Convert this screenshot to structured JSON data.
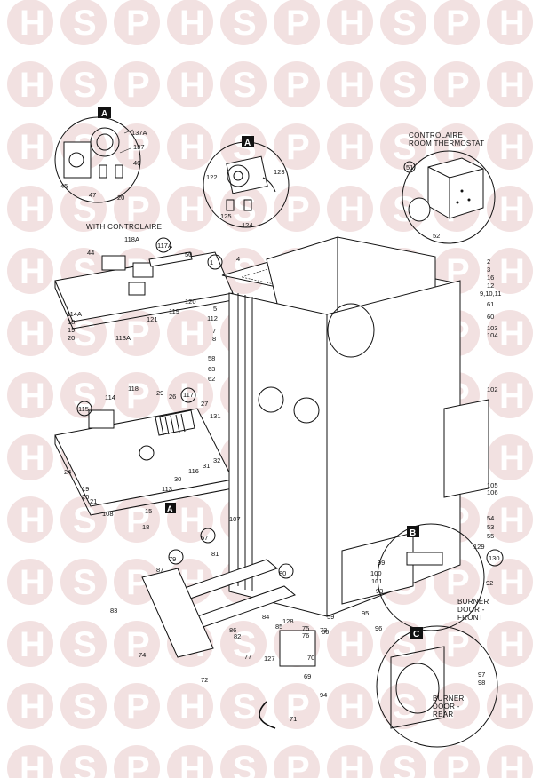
{
  "watermark": {
    "letters": [
      "H",
      "S",
      "P"
    ],
    "circle_color": "#e8c9c9",
    "letter_color": "#ffffff"
  },
  "insets": {
    "a_top_left": {
      "badge": "A",
      "labels": [
        "137A",
        "137",
        "46",
        "45",
        "47",
        "20"
      ]
    },
    "a_center": {
      "badge": "A",
      "labels": [
        "122",
        "123",
        "125",
        "124"
      ]
    },
    "thermostat": {
      "caption_line1": "CONTROLAIRE",
      "caption_line2": "ROOM THERMOSTAT",
      "labels": [
        "51",
        "52"
      ]
    },
    "b_door": {
      "badge": "B",
      "labels": [
        "129",
        "130",
        "99",
        "100",
        "101",
        "93",
        "92",
        "95",
        "96"
      ],
      "caption_line1": "BURNER",
      "caption_line2": "DOOR -",
      "caption_line3": "FRONT"
    },
    "c_door": {
      "badge": "C",
      "labels": [
        "97",
        "98"
      ],
      "caption_line1": "BURNER",
      "caption_line2": "DOOR -",
      "caption_line3": "REAR"
    }
  },
  "control_panel_top": {
    "caption": "WITH CONTROLAIRE",
    "labels": [
      "118A",
      "117A",
      "44",
      "50",
      "120",
      "119",
      "121",
      "114A",
      "18",
      "19",
      "20",
      "113A"
    ]
  },
  "control_panel_bottom": {
    "labels": [
      "118",
      "114",
      "115",
      "29",
      "26",
      "117",
      "27",
      "131",
      "24",
      "19",
      "20",
      "30",
      "116",
      "31",
      "32",
      "113",
      "21",
      "108",
      "15",
      "18"
    ],
    "badge": "A"
  },
  "boiler_labels": [
    "1",
    "4",
    "2",
    "3",
    "16",
    "12",
    "9,10,11",
    "61",
    "60",
    "103",
    "104",
    "5",
    "112",
    "7",
    "8",
    "58",
    "63",
    "62",
    "102",
    "105",
    "106",
    "107",
    "54",
    "53",
    "55",
    "57",
    "81",
    "79",
    "87",
    "80",
    "83",
    "84",
    "85",
    "86",
    "82",
    "74",
    "72",
    "128",
    "75",
    "76",
    "73",
    "59",
    "66",
    "77",
    "127",
    "70",
    "69",
    "71",
    "94"
  ]
}
